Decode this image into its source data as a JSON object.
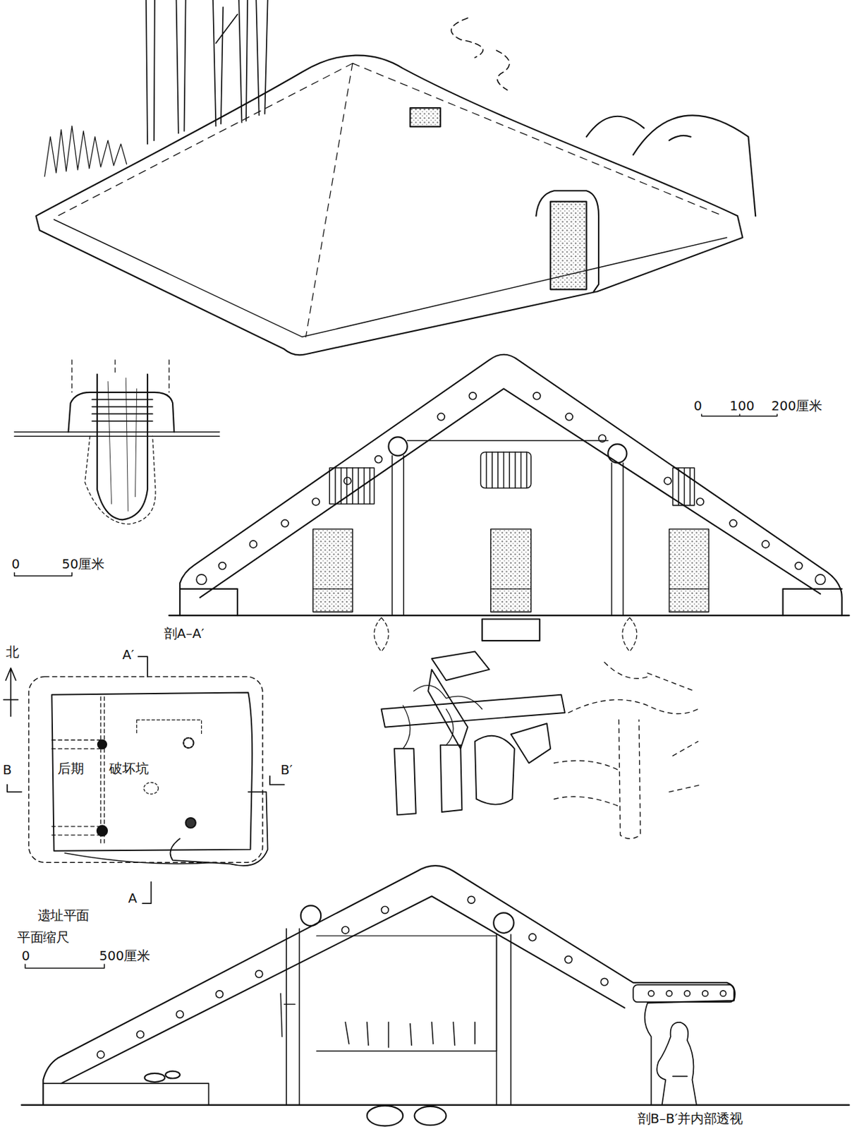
{
  "diagram": {
    "labels": [
      "0",
      "100",
      "200厘米",
      "0",
      "50厘米",
      "剖A–A′",
      "北",
      "A′",
      "B",
      "后期",
      "破坏坑",
      "B′",
      "A",
      "遗址平面",
      "平面缩尺",
      "0",
      "500厘米",
      "剖B–B′并内部透视"
    ]
  }
}
